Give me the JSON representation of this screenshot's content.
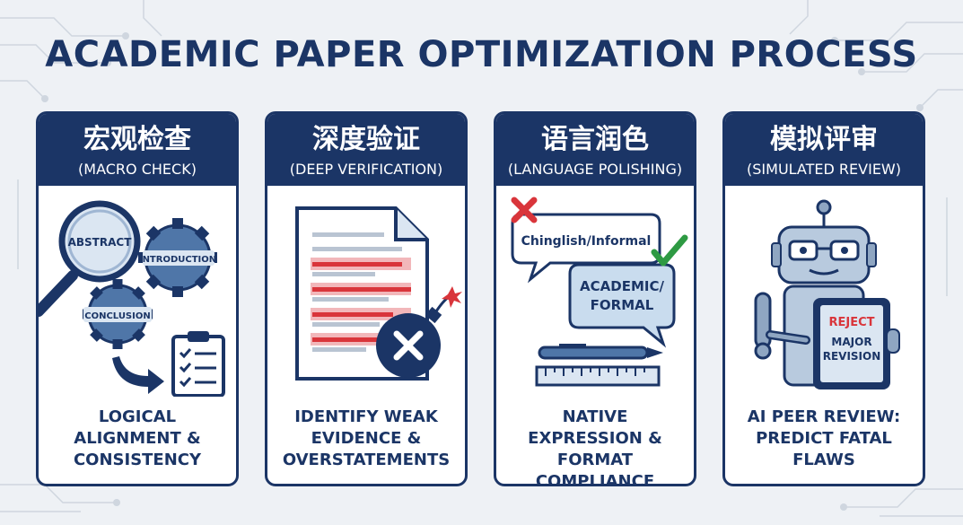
{
  "title": "ACADEMIC PAPER OPTIMIZATION PROCESS",
  "colors": {
    "navy": "#1b3566",
    "background": "#eef1f5",
    "accent_red": "#d9353b",
    "accent_green": "#2e9a43"
  },
  "cards": [
    {
      "title_cn": "宏观检查",
      "title_en": "(MACRO CHECK)",
      "caption": "LOGICAL ALIGNMENT & CONSISTENCY",
      "labels": {
        "abstract": "ABSTRACT",
        "introduction": "INTRODUCTION",
        "conclusion": "CONCLUSION"
      },
      "icons": [
        "magnifier-icon",
        "gear-icon",
        "clipboard-checklist-icon",
        "arrow-icon"
      ]
    },
    {
      "title_cn": "深度验证",
      "title_en": "(DEEP VERIFICATION)",
      "caption": "IDENTIFY WEAK EVIDENCE & OVERSTATEMENTS",
      "icons": [
        "document-icon",
        "bomb-icon"
      ]
    },
    {
      "title_cn": "语言润色",
      "title_en": "(LANGUAGE POLISHING)",
      "caption": "NATIVE EXPRESSION & FORMAT COMPLIANCE",
      "bubbles": {
        "informal": "Chinglish/Informal",
        "formal_line1": "ACADEMIC/",
        "formal_line2": "FORMAL"
      },
      "icons": [
        "cross-icon",
        "check-icon",
        "pen-icon",
        "ruler-icon"
      ]
    },
    {
      "title_cn": "模拟评审",
      "title_en": "(SIMULATED REVIEW)",
      "caption": "AI PEER REVIEW: PREDICT FATAL FLAWS",
      "tablet": {
        "reject": "REJECT",
        "major": "MAJOR",
        "revision": "REVISION"
      },
      "icons": [
        "robot-icon",
        "tablet-icon"
      ]
    }
  ]
}
